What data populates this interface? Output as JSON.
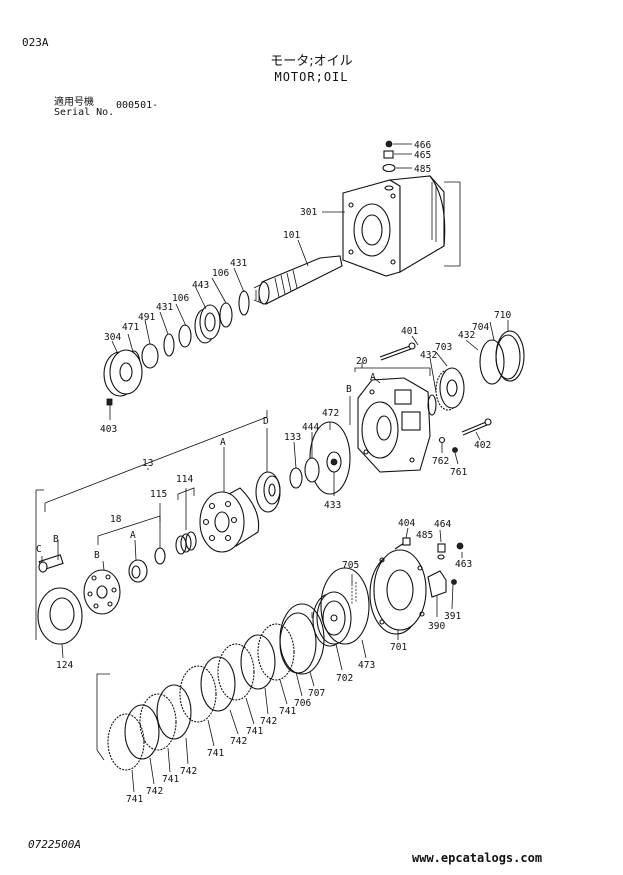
{
  "header": {
    "page_code": "023A",
    "title_jp": "モータ;オイル",
    "title_en": "MOTOR;OIL",
    "serial_label_jp": "適用号機",
    "serial_label_en": "Serial No.",
    "serial_value": "000501-"
  },
  "callouts": {
    "p466": "466",
    "p465": "465",
    "p485a": "485",
    "p301": "301",
    "p101": "101",
    "p431a": "431",
    "p106a": "106",
    "p443": "443",
    "p431b": "431",
    "p106b": "106",
    "p491": "491",
    "p471": "471",
    "p304": "304",
    "p403": "403",
    "p401": "401",
    "p432a": "432",
    "p704": "704",
    "p710": "710",
    "p20": "20",
    "p432b": "432",
    "p703": "703",
    "pB1": "B",
    "pA1": "A",
    "p472": "472",
    "p402": "402",
    "p762": "762",
    "p761": "761",
    "pD": "D",
    "p133": "133",
    "p444": "444",
    "pA2": "A",
    "p13": "13",
    "p433": "433",
    "p115": "115",
    "p114": "114",
    "p18": "18",
    "pC": "C",
    "pB2": "B",
    "pB3": "B",
    "pA3": "A",
    "p124": "124",
    "p404": "404",
    "p485b": "485",
    "p464": "464",
    "p463": "463",
    "p705": "705",
    "p391": "391",
    "p390": "390",
    "p701": "701",
    "p473": "473",
    "p702": "702",
    "p707": "707",
    "p706": "706",
    "p741a": "741",
    "p742a": "742",
    "p741b": "741",
    "p742b": "742",
    "p741c": "741",
    "p742c": "742",
    "p741d": "741",
    "p742d": "742",
    "p741e": "741"
  },
  "footer": {
    "drawing_no": "0722500A",
    "website": "www.epcatalogs.com"
  }
}
